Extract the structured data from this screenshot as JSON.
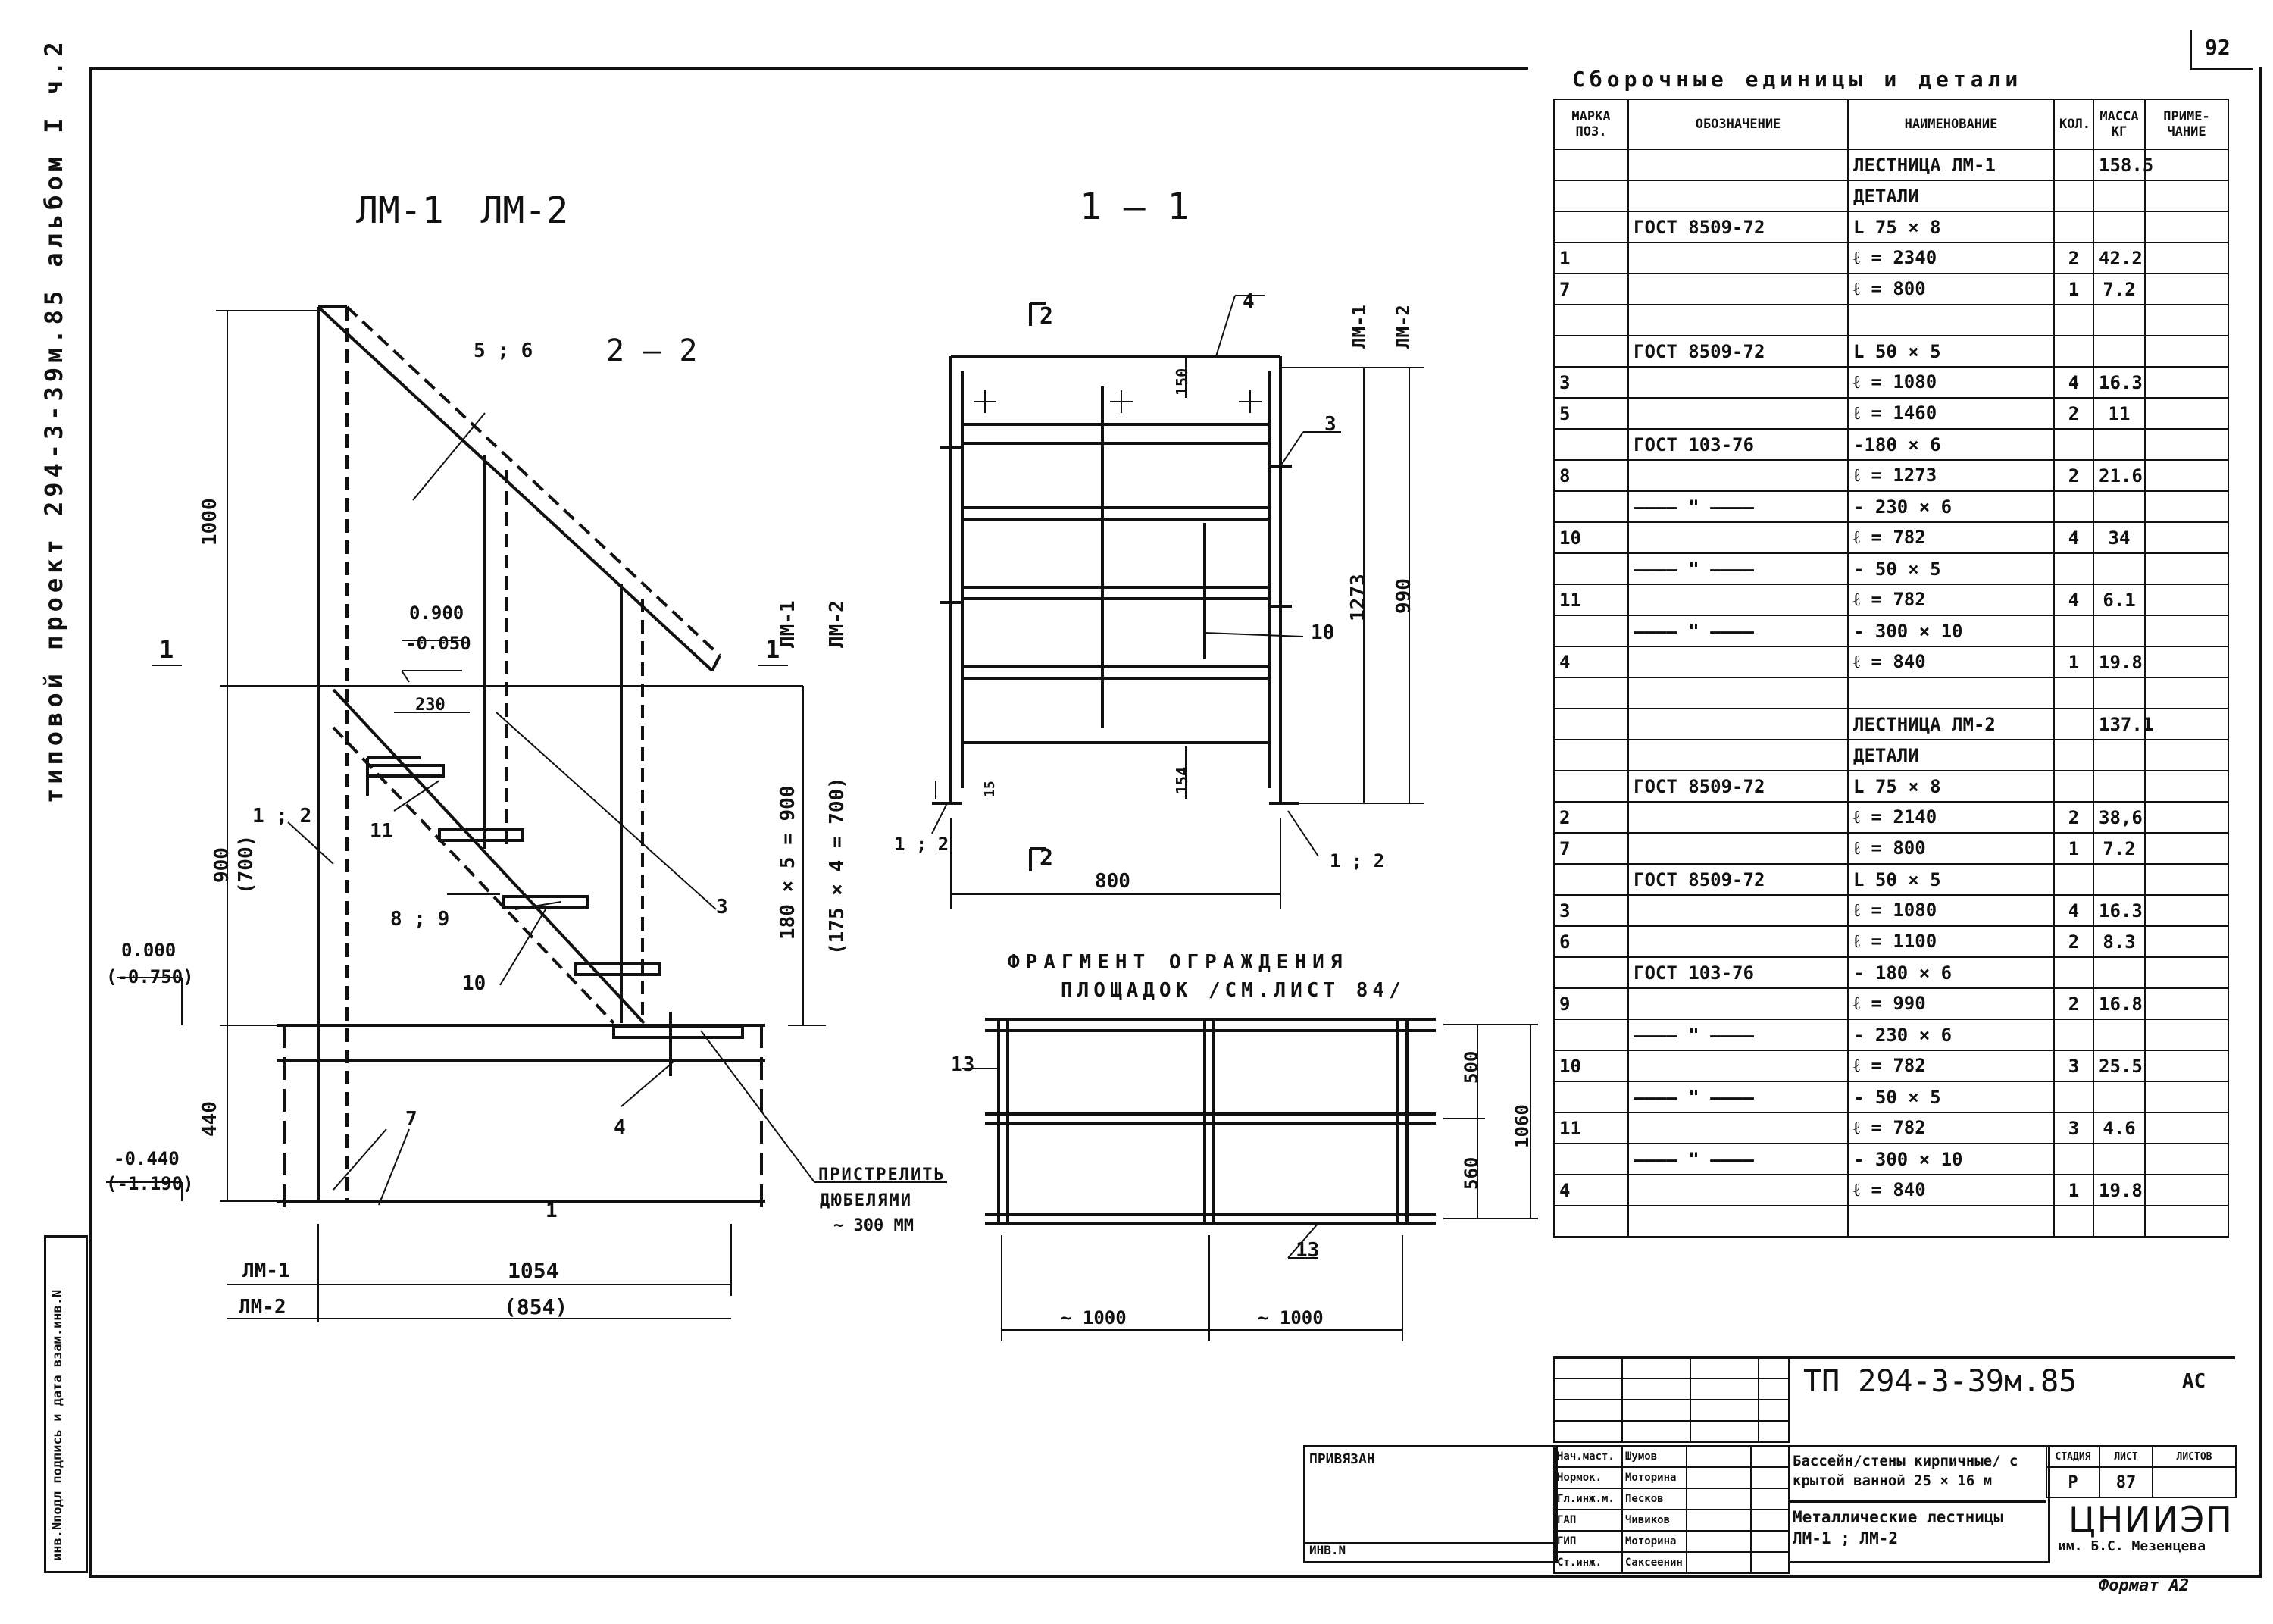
{
  "sheet": {
    "page_number": "92",
    "format": "Формат А2",
    "margin_vertical": "типовой проект 294-3-39м.85 альбом I ч.2",
    "left_stamp": "инв.Nподл подпись и дата взам.инв.N"
  },
  "views": {
    "title_lm": "ЛМ-1 ЛМ-2",
    "section_1_1": "1 — 1",
    "section_2_2": "2 — 2",
    "fragment_title_1": "ФРАГМЕНТ ОГРАЖДЕНИЯ",
    "fragment_title_2": "ПЛОЩАДОК /СМ.ЛИСТ 84/"
  },
  "dims": {
    "d1000": "1000",
    "d900": "900",
    "d700": "(700)",
    "d440": "440",
    "lv0": "0.000",
    "lv0b": "(-0.750)",
    "lv440": "-0.440",
    "lv440b": "(-1.190)",
    "lv900": "0.900",
    "lv050": "-0.050",
    "d230": "230",
    "d180x5": "180 × 5 = 900",
    "d175x4": "(175 × 4 = 700)",
    "lm1": "ЛМ-1",
    "lm2": "ЛМ-2",
    "w1054": "1054",
    "w854": "(854)",
    "anchor1": "ПРИСТРЕЛИТЬ",
    "anchor2": "ДЮБЕЛЯМИ",
    "anchor3": "~ 300 ММ",
    "d150": "150",
    "d1273": "1273",
    "d990": "990",
    "d154": "154",
    "d15": "15",
    "d800": "800",
    "d500": "500",
    "d560": "560",
    "d1060": "1060",
    "d1000a": "~ 1000",
    "d1000b": "~ 1000",
    "s1": "1",
    "s2": "2"
  },
  "marks": {
    "m56": "5 ; 6",
    "m12": "1 ; 2",
    "m11": "11",
    "m89": "8 ; 9",
    "m10": "10",
    "m3": "3",
    "m4": "4",
    "m7": "7",
    "m1": "1",
    "m13a": "13",
    "m13b": "13"
  },
  "bom": {
    "title": "Сборочные единицы и детали",
    "headers": [
      "МАРКА ПОЗ.",
      "ОБОЗНАЧЕНИЕ",
      "НАИМЕНОВАНИЕ",
      "КОЛ.",
      "МАССА КГ",
      "ПРИМЕ-ЧАНИЕ"
    ],
    "rows": [
      [
        "",
        "",
        "ЛЕСТНИЦА ЛМ-1",
        "",
        "158.5",
        ""
      ],
      [
        "",
        "",
        "ДЕТАЛИ",
        "",
        "",
        ""
      ],
      [
        "",
        "ГОСТ 8509-72",
        "L 75 × 8",
        "",
        "",
        ""
      ],
      [
        "1",
        "",
        "ℓ = 2340",
        "2",
        "42.2",
        ""
      ],
      [
        "7",
        "",
        "ℓ = 800",
        "1",
        "7.2",
        ""
      ],
      [
        "",
        "",
        "",
        "",
        "",
        ""
      ],
      [
        "",
        "ГОСТ 8509-72",
        "L 50 × 5",
        "",
        "",
        ""
      ],
      [
        "3",
        "",
        "ℓ = 1080",
        "4",
        "16.3",
        ""
      ],
      [
        "5",
        "",
        "ℓ = 1460",
        "2",
        "11",
        ""
      ],
      [
        "",
        "ГОСТ 103-76",
        "-180 × 6",
        "",
        "",
        ""
      ],
      [
        "8",
        "",
        "ℓ = 1273",
        "2",
        "21.6",
        ""
      ],
      [
        "",
        "———— \" ————",
        "- 230 × 6",
        "",
        "",
        ""
      ],
      [
        "10",
        "",
        "ℓ = 782",
        "4",
        "34",
        ""
      ],
      [
        "",
        "———— \" ————",
        "- 50 × 5",
        "",
        "",
        ""
      ],
      [
        "11",
        "",
        "ℓ = 782",
        "4",
        "6.1",
        ""
      ],
      [
        "",
        "———— \" ————",
        "- 300 × 10",
        "",
        "",
        ""
      ],
      [
        "4",
        "",
        "ℓ = 840",
        "1",
        "19.8",
        ""
      ],
      [
        "",
        "",
        "",
        "",
        "",
        ""
      ],
      [
        "",
        "",
        "ЛЕСТНИЦА ЛМ-2",
        "",
        "137.1",
        ""
      ],
      [
        "",
        "",
        "ДЕТАЛИ",
        "",
        "",
        ""
      ],
      [
        "",
        "ГОСТ 8509-72",
        "L 75 × 8",
        "",
        "",
        ""
      ],
      [
        "2",
        "",
        "ℓ = 2140",
        "2",
        "38,6",
        ""
      ],
      [
        "7",
        "",
        "ℓ = 800",
        "1",
        "7.2",
        ""
      ],
      [
        "",
        "ГОСТ 8509-72",
        "L 50 × 5",
        "",
        "",
        ""
      ],
      [
        "3",
        "",
        "ℓ = 1080",
        "4",
        "16.3",
        ""
      ],
      [
        "6",
        "",
        "ℓ = 1100",
        "2",
        "8.3",
        ""
      ],
      [
        "",
        "ГОСТ 103-76",
        "- 180 × 6",
        "",
        "",
        ""
      ],
      [
        "9",
        "",
        "ℓ = 990",
        "2",
        "16.8",
        ""
      ],
      [
        "",
        "———— \" ————",
        "- 230 × 6",
        "",
        "",
        ""
      ],
      [
        "10",
        "",
        "ℓ = 782",
        "3",
        "25.5",
        ""
      ],
      [
        "",
        "———— \" ————",
        "- 50 × 5",
        "",
        "",
        ""
      ],
      [
        "11",
        "",
        "ℓ = 782",
        "3",
        "4.6",
        ""
      ],
      [
        "",
        "———— \" ————",
        "- 300 × 10",
        "",
        "",
        ""
      ],
      [
        "4",
        "",
        "ℓ = 840",
        "1",
        "19.8",
        ""
      ],
      [
        "",
        "",
        "",
        "",
        "",
        ""
      ]
    ]
  },
  "title_block": {
    "code": "ТП 294-3-39м.85",
    "stage_mark": "АС",
    "attached": "ПРИВЯЗАН",
    "inv": "ИНВ.N",
    "roles": [
      "Нач.маст.",
      "Нормок.",
      "Гл.инж.м.",
      "ГАП",
      "ГИП",
      "Ст.инж."
    ],
    "names": [
      "Шумов",
      "Моторина",
      "Песков",
      "Чивиков",
      "Моторина",
      "Саксеенин"
    ],
    "project_title": "Бассейн/стены кирпичные/ с крытой ванной 25 × 16 м",
    "sheet_title": "Металлические лестницы ЛМ-1 ; ЛМ-2",
    "hdr_stage": "СТАДИЯ",
    "hdr_sheet": "ЛИСТ",
    "hdr_sheets": "ЛИСТОВ",
    "stage": "Р",
    "sheet": "87",
    "sheets": "",
    "org": "ЦНИИЭП",
    "org_sub": "им. Б.С. Мезенцева"
  }
}
